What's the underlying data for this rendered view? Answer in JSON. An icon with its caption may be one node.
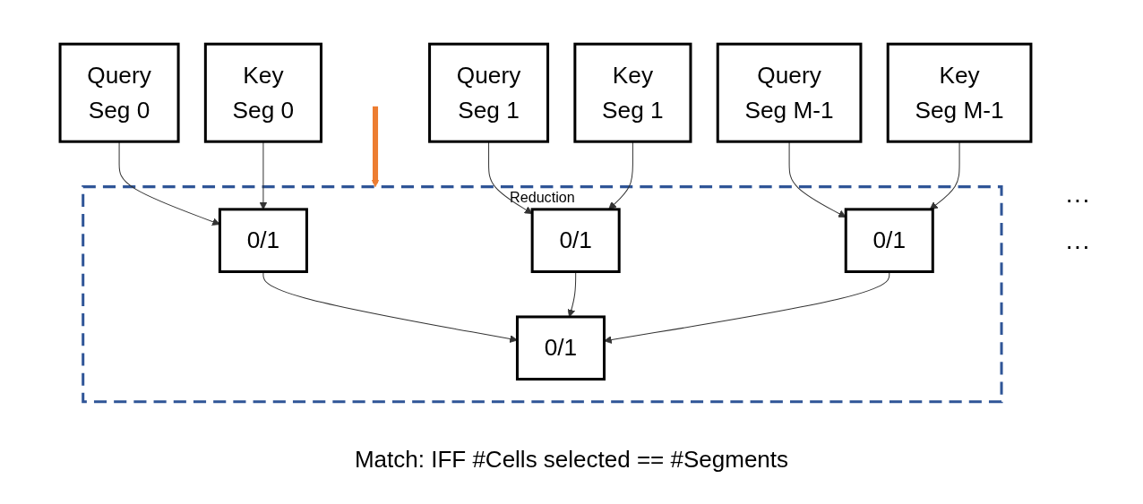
{
  "diagram": {
    "caption": "Match: IFF #Cells selected == #Segments",
    "nodes": [
      {
        "text": [
          "Query",
          "Seg 0"
        ]
      },
      {
        "text": [
          "Key",
          "Seg 0"
        ]
      },
      {
        "text": [
          "Query",
          "Seg 1"
        ]
      },
      {
        "text": [
          "Key",
          "Seg 1"
        ]
      },
      {
        "text": [
          "Query",
          "Seg M-1"
        ]
      },
      {
        "text": [
          "Key",
          "Seg M-1"
        ]
      },
      {
        "text": [
          "Reduction"
        ]
      },
      {
        "text": [
          "0/1"
        ],
        "in": 6
      },
      {
        "text": [
          "0/1"
        ],
        "in": 6
      },
      {
        "text": [
          "0/1"
        ],
        "in": 6
      },
      {
        "text": [
          "0/1"
        ],
        "in": 6
      }
    ],
    "edges": [
      {
        "from": null,
        "to": 6,
        "arrow": "to",
        "style": "thick",
        "color": "#ed7d31"
      },
      {
        "from": 0,
        "to": 7,
        "arrow": "to"
      },
      {
        "from": 1,
        "to": 7,
        "arrow": "to"
      },
      {
        "from": 2,
        "to": 8,
        "arrow": "to"
      },
      {
        "from": 3,
        "to": 8,
        "arrow": "to"
      },
      {
        "from": 4,
        "to": 9,
        "arrow": "to"
      },
      {
        "from": 5,
        "to": 9,
        "arrow": "to"
      },
      {
        "from": 7,
        "to": 10,
        "arrow": "to"
      },
      {
        "from": 8,
        "to": 10,
        "arrow": "to"
      },
      {
        "from": 9,
        "to": 10,
        "arrow": "to"
      }
    ],
    "labels": [
      "···",
      "···"
    ]
  }
}
